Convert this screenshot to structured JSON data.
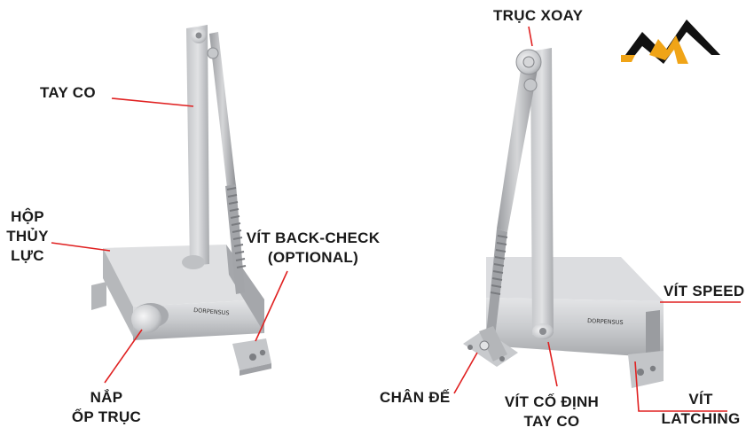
{
  "colors": {
    "leader": "#e02020",
    "text": "#1a1a1a",
    "metal_light": "#d9dadc",
    "metal_mid": "#b8babd",
    "metal_dark": "#8e9095",
    "logo_gold": "#f0a417",
    "logo_black": "#111111"
  },
  "labels": {
    "tay_co": "TAY CO",
    "hop_thuy_luc": [
      "HỘP",
      "THỦY",
      "LỰC"
    ],
    "vit_back_check": [
      "VÍT BACK-CHECK",
      "(OPTIONAL)"
    ],
    "nap_op_truc": [
      "NẮP",
      "ỐP TRỤC"
    ],
    "truc_xoay": "TRỤC XOAY",
    "vit_speed": "VÍT SPEED",
    "chan_de": "CHÂN ĐẾ",
    "vit_co_dinh_tay_co": [
      "VÍT CỐ ĐỊNH",
      "TAY CO"
    ],
    "vit_latching": [
      "VÍT",
      "LATCHING"
    ]
  },
  "brand_text": "DORPENSUS",
  "logo_icon": "mountain-logo-icon"
}
